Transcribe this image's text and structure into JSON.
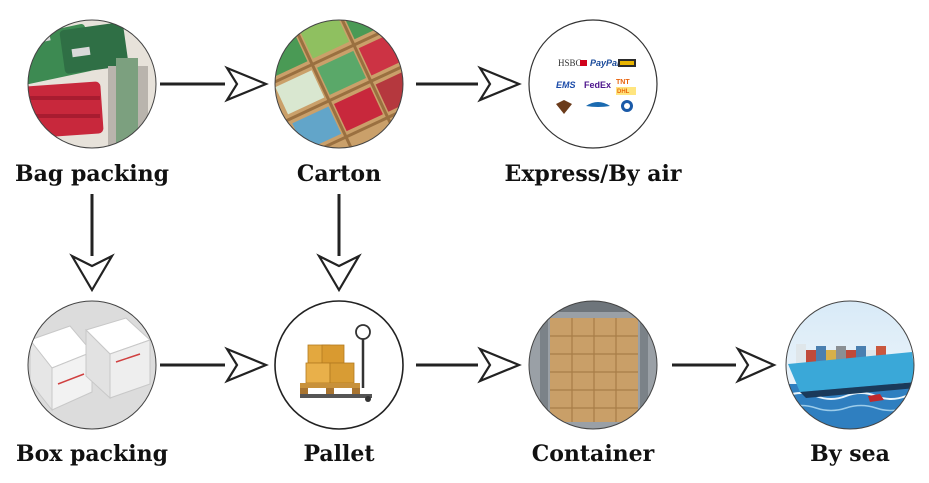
{
  "nodes": {
    "bag_packing": {
      "label": "Bag packing",
      "icon": "green-and-red-bags-photo"
    },
    "carton": {
      "label": "Carton",
      "icon": "packed-cartons-photo"
    },
    "express": {
      "label": "Express/By air",
      "icon": "carrier-logos-icon",
      "logos": [
        "HSBC",
        "PayPal",
        "EMS",
        "FedEx",
        "TNT",
        "DHL"
      ]
    },
    "box_packing": {
      "label": "Box packing",
      "icon": "white-boxes-photo"
    },
    "pallet": {
      "label": "Pallet",
      "icon": "pallet-jack-with-boxes-icon"
    },
    "container": {
      "label": "Container",
      "icon": "container-full-of-boxes-photo"
    },
    "by_sea": {
      "label": "By sea",
      "icon": "container-ship-photo"
    }
  },
  "colors": {
    "arrow": "#222222",
    "text": "#111111",
    "carton_brown": "#c49a62",
    "bag_green": "#3d8a52",
    "bag_red": "#c8283c",
    "sea_blue": "#2f7fc0",
    "hull_blue": "#3aa8d8"
  }
}
